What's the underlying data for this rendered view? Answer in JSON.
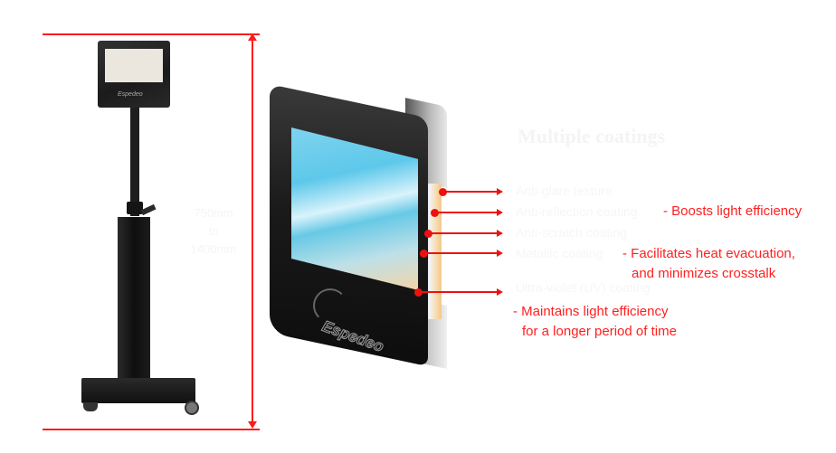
{
  "stand": {
    "height_label_line1": "750mm",
    "height_label_line2": "to",
    "height_label_line3": "1400mm",
    "monitor_logo": "Espedeo"
  },
  "panel": {
    "logo": "Espedeo",
    "heading": "Multiple coatings",
    "layers": [
      {
        "label": "Anti-glare texture",
        "benefit": ""
      },
      {
        "label": "Anti-reflection coating",
        "benefit": "- Boosts light efficiency"
      },
      {
        "label": "Anti-scratch coating",
        "benefit": ""
      },
      {
        "label": "Metallic coating",
        "benefit": "- Facilitates heat evacuation,",
        "benefit_line2": "and minimizes crosstalk"
      },
      {
        "label": "Ultra-violet (UV) coating",
        "benefit": "- Maintains light efficiency",
        "benefit_line2": "for a longer period of time"
      }
    ]
  },
  "colors": {
    "accent_red": "#ff1a1a",
    "panel_black": "#1a1a1a",
    "screen_blue": "#5ec8ea"
  }
}
